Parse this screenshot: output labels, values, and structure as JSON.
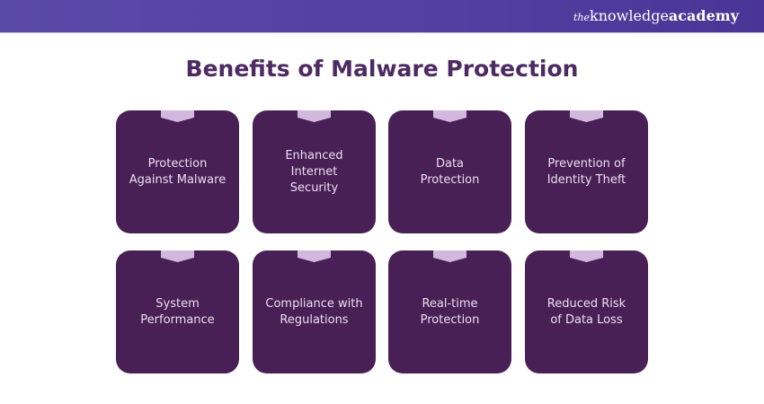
{
  "header": {
    "brand_prefix": "the",
    "brand_light": "knowledge",
    "brand_bold": "academy"
  },
  "title": "Benefits of Malware Protection",
  "colors": {
    "header_bg": "#5446a3",
    "title": "#4d2a62",
    "card_bg": "#482055",
    "card_tab": "#d2b8dd",
    "card_text": "#eadff0"
  },
  "cards": [
    {
      "label": "Protection\nAgainst Malware"
    },
    {
      "label": "Enhanced\nInternet\nSecurity"
    },
    {
      "label": "Data\nProtection"
    },
    {
      "label": "Prevention of\nIdentity Theft"
    },
    {
      "label": "System\nPerformance"
    },
    {
      "label": "Compliance with\nRegulations"
    },
    {
      "label": "Real-time\nProtection"
    },
    {
      "label": "Reduced Risk\nof Data Loss"
    }
  ]
}
